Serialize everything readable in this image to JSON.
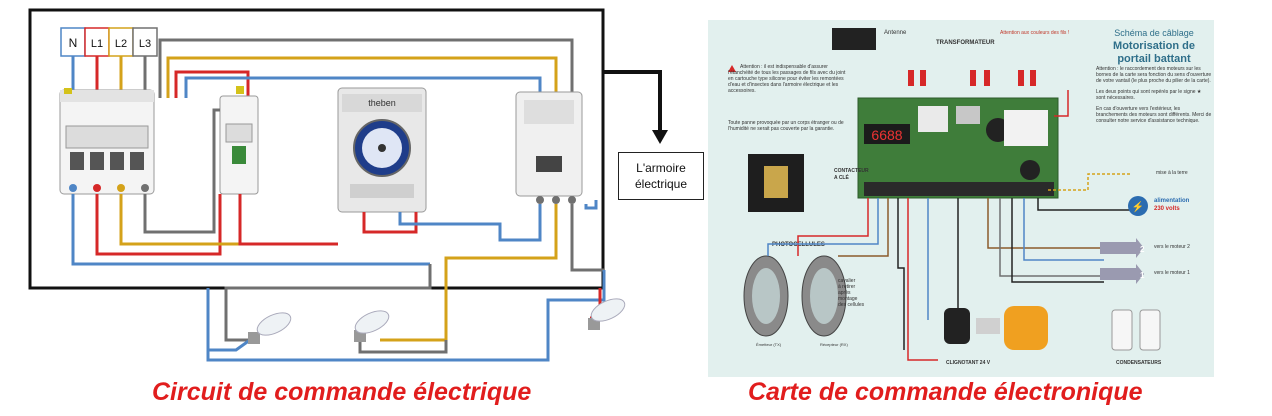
{
  "left": {
    "terminals": [
      "N",
      "L1",
      "L2",
      "L3"
    ],
    "timer_brand": "theben",
    "armoire_label_line1": "L'armoire",
    "armoire_label_line2": "électrique",
    "caption": "Circuit de commande électrique"
  },
  "right": {
    "title_line1": "Schéma de câblage",
    "title_line2": "Motorisation de",
    "title_line3": "portail battant",
    "antenne": "Antenne",
    "transformateur": "TRANSFORMATEUR",
    "attention_fusibles": "Attention aux couleurs des fils !",
    "contacteur_line1": "CONTACTEUR",
    "contacteur_line2": "A CLÉ",
    "photocellules": "PHOTOCELLULES",
    "emetteur": "Émetteur (TX)",
    "recepteur": "Récepteur (RX)",
    "clignotant": "CLIGNOTANT 24 V",
    "condensateurs": "CONDENSATEURS",
    "mise_a_terre": "mise à la terre",
    "alimentation_line1": "alimentation",
    "alimentation_line2": "230 volts",
    "moteur2": "vers le moteur 2",
    "moteur1": "vers le moteur 1",
    "display": "6688",
    "cavalier_line1": "cavalier",
    "cavalier_line2": "à retirer",
    "cavalier_line3": "après",
    "cavalier_line4": "montage",
    "cavalier_line5": "des cellules",
    "attention_text": "Attention : il est indispensable d'assurer l'étanchéité de tous les passages de fils avec du joint en cartouche type silicone pour éviter les remontées d'eau et d'insectes dans l'armoire électrique et les accessoires.",
    "panne_text": "Toute panne provoquée par un corps étranger ou de l'humidité ne serait pas couverte par la garantie.",
    "note1": "Attention : le raccordement des moteurs sur les bornes de la carte sera fonction du sens d'ouverture de votre vantail (le plus proche du pilier de la carte).",
    "note2": "Les deux points qui sont repérés par le signe ★ sont nécessaires.",
    "note3": "En cas d'ouverture vers l'extérieur, les branchements des moteurs sont différents. Merci de consulter notre service d'assistance technique.",
    "caption": "Carte de commande électronique"
  },
  "colors": {
    "caption": "#e11d1d",
    "wire_red": "#d62828",
    "wire_blue": "#4f86c6",
    "wire_brown": "#8b5a2b",
    "wire_gray": "#707070",
    "wire_yellow": "#d4a21a",
    "board_bg": "#e2f0ee",
    "pcb_green": "#3f7d3a"
  }
}
